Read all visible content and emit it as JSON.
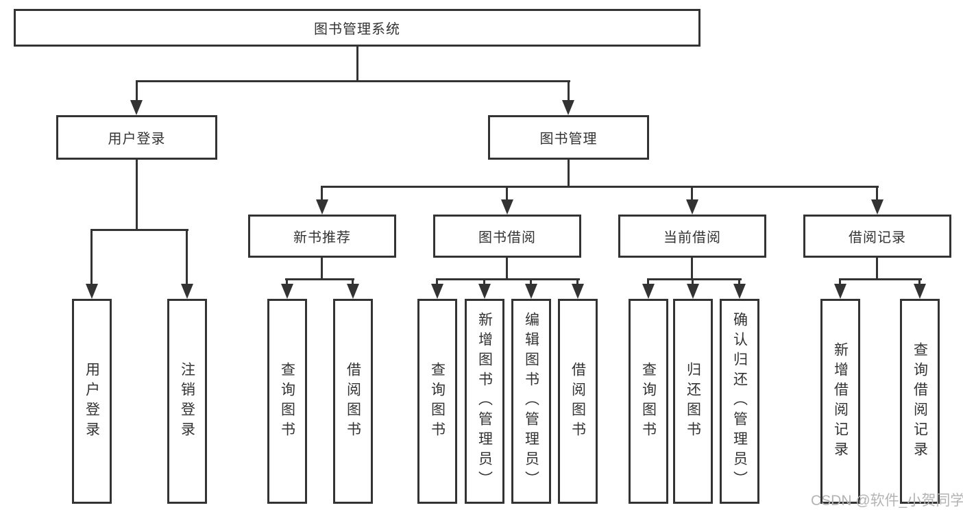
{
  "tree": {
    "root": {
      "label": "图书管理系统"
    },
    "level2": [
      {
        "label": "用户登录"
      },
      {
        "label": "图书管理"
      }
    ],
    "level3": [
      {
        "label": "新书推荐"
      },
      {
        "label": "图书借阅"
      },
      {
        "label": "当前借阅"
      },
      {
        "label": "借阅记录"
      }
    ],
    "leaves": {
      "user_login": [
        {
          "label": "用户登录"
        },
        {
          "label": "注销登录"
        }
      ],
      "new_books": [
        {
          "label": "查询图书"
        },
        {
          "label": "借阅图书"
        }
      ],
      "book_borrow": [
        {
          "label": "查询图书"
        },
        {
          "label": "新增图书（管理员）"
        },
        {
          "label": "编辑图书（管理员）"
        },
        {
          "label": "借阅图书"
        }
      ],
      "current_borrow": [
        {
          "label": "查询图书"
        },
        {
          "label": "归还图书"
        },
        {
          "label": "确认归还（管理员）"
        }
      ],
      "borrow_records": [
        {
          "label": "新增借阅记录"
        },
        {
          "label": "查询借阅记录"
        }
      ]
    }
  },
  "watermark": {
    "text": "CSDN @软件_小贺同学"
  },
  "colors": {
    "line": "#333333",
    "background": "#ffffff",
    "box_fill": "#ffffff",
    "watermark": "#b3b3b3"
  }
}
